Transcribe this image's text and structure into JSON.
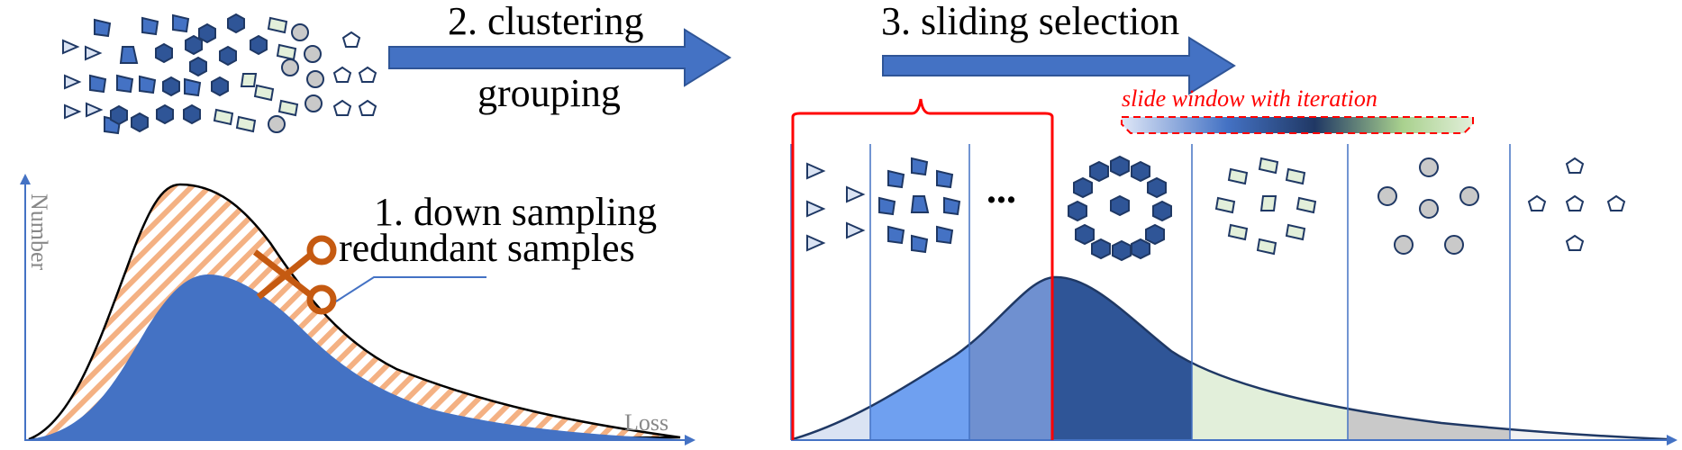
{
  "diagram": {
    "step1": {
      "line1": "1. down sampling",
      "line2": "redundant samples"
    },
    "step2": {
      "top": "2. clustering",
      "bottom": "grouping"
    },
    "step3": {
      "label": "3. sliding selection"
    },
    "slide_window": {
      "label": "slide window with iteration"
    },
    "ellipsis": "...",
    "left_chart": {
      "ylabel": "Number",
      "xlabel": "Loss"
    },
    "colors": {
      "blue": "#4472c4",
      "dark_blue": "#2f5597",
      "light_blue": "#6fa0f0",
      "orange": "#f4b183",
      "scissors": "#c55a11",
      "red": "#ff0000",
      "green_fill": "#e2efda",
      "grey_fill": "#c9c9c9"
    },
    "icons": [
      "triangle-icon",
      "trapezoid-icon",
      "hexagon-icon",
      "parallelogram-icon",
      "circle-icon",
      "pentagon-icon",
      "scissors-icon"
    ]
  }
}
